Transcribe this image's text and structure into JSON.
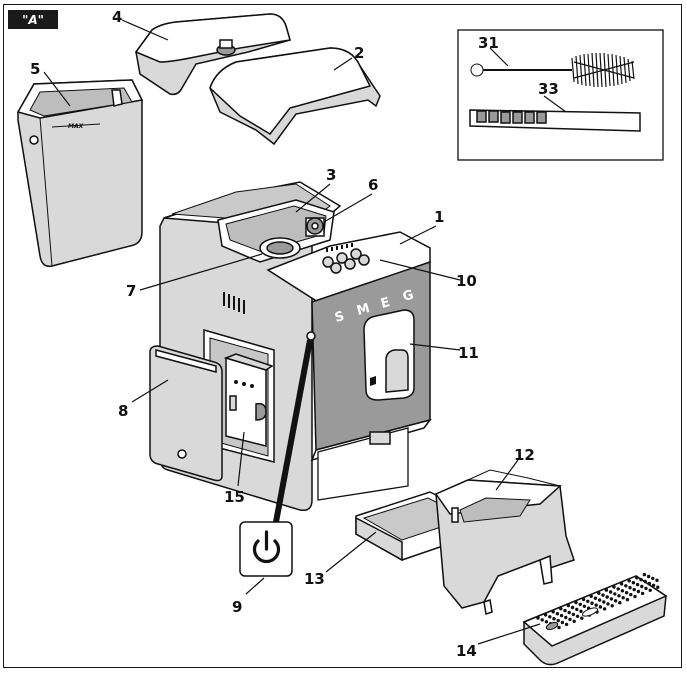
{
  "figure_tag": "\"A\"",
  "brand_letters": [
    "S",
    "M",
    "E",
    "G"
  ],
  "tank_max_mark": "MAX",
  "callouts": [
    {
      "id": "1",
      "part": "machine-body"
    },
    {
      "id": "2",
      "part": "top-cover"
    },
    {
      "id": "3",
      "part": "bean-hopper"
    },
    {
      "id": "4",
      "part": "hopper-lid"
    },
    {
      "id": "5",
      "part": "water-tank"
    },
    {
      "id": "6",
      "part": "grind-adjust-knob"
    },
    {
      "id": "7",
      "part": "ground-coffee-funnel"
    },
    {
      "id": "8",
      "part": "service-door"
    },
    {
      "id": "9",
      "part": "power-button"
    },
    {
      "id": "10",
      "part": "control-panel"
    },
    {
      "id": "11",
      "part": "coffee-dispenser"
    },
    {
      "id": "12",
      "part": "grounds-container"
    },
    {
      "id": "13",
      "part": "drip-tray"
    },
    {
      "id": "14",
      "part": "cup-grid"
    },
    {
      "id": "15",
      "part": "brewing-unit"
    },
    {
      "id": "31",
      "part": "cleaning-brush"
    },
    {
      "id": "33",
      "part": "water-hardness-strip"
    }
  ]
}
